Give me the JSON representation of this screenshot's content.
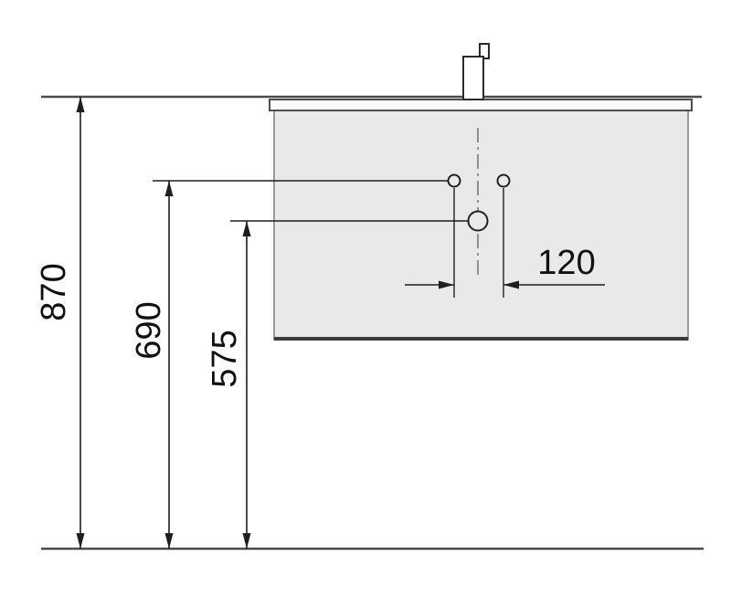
{
  "drawing": {
    "labels": {
      "total_height": "870",
      "upper_holes_height": "690",
      "center_hole_height": "575",
      "hole_spacing": "120"
    },
    "colors": {
      "background": "#ffffff",
      "dimension_line": "#1e1e1e",
      "reference_line": "#4a4a4a",
      "cabinet_fill": "#e9e9e9",
      "cabinet_border": "#9a9a9a",
      "text": "#111111"
    }
  }
}
